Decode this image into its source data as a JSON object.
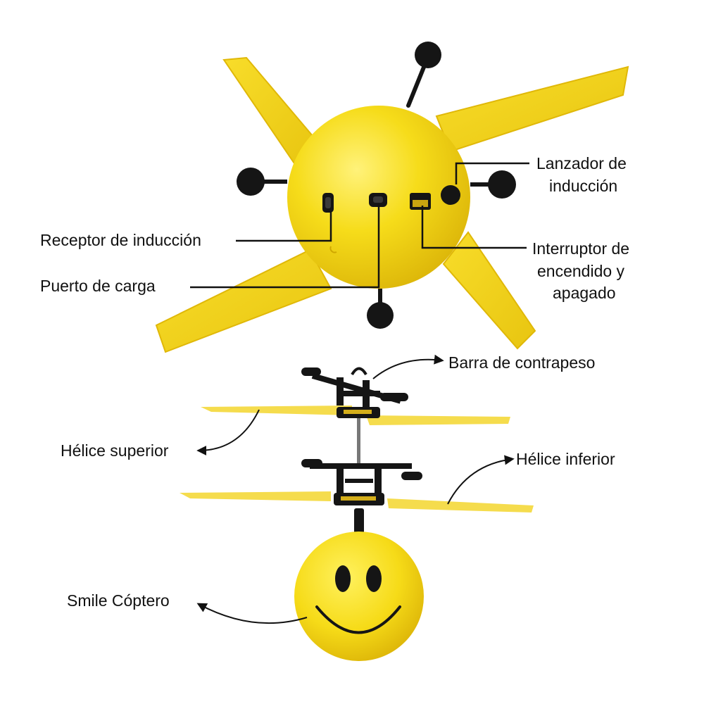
{
  "colors": {
    "body_yellow": "#f6dc1a",
    "body_yellow_dark": "#e3be0a",
    "blade_yellow": "#f3d31c",
    "blade_edge": "#e0b808",
    "frame_black": "#151515",
    "leader_line": "#111111",
    "background": "#ffffff"
  },
  "labels": {
    "lanzador_line1": "Lanzador de",
    "lanzador_line2": "inducción",
    "receptor": "Receptor de inducción",
    "puerto": "Puerto de carga",
    "interruptor_line1": "Interruptor de",
    "interruptor_line2": "encendido y",
    "interruptor_line3": "apagado",
    "barra": "Barra de contrapeso",
    "helice_superior": "Hélice superior",
    "helice_inferior": "Hélice inferior",
    "smile": "Smile Cóptero"
  },
  "icons": {
    "top_view": "helicopter-ball-top-view",
    "side_view": "smiley-helicopter-side-view"
  }
}
